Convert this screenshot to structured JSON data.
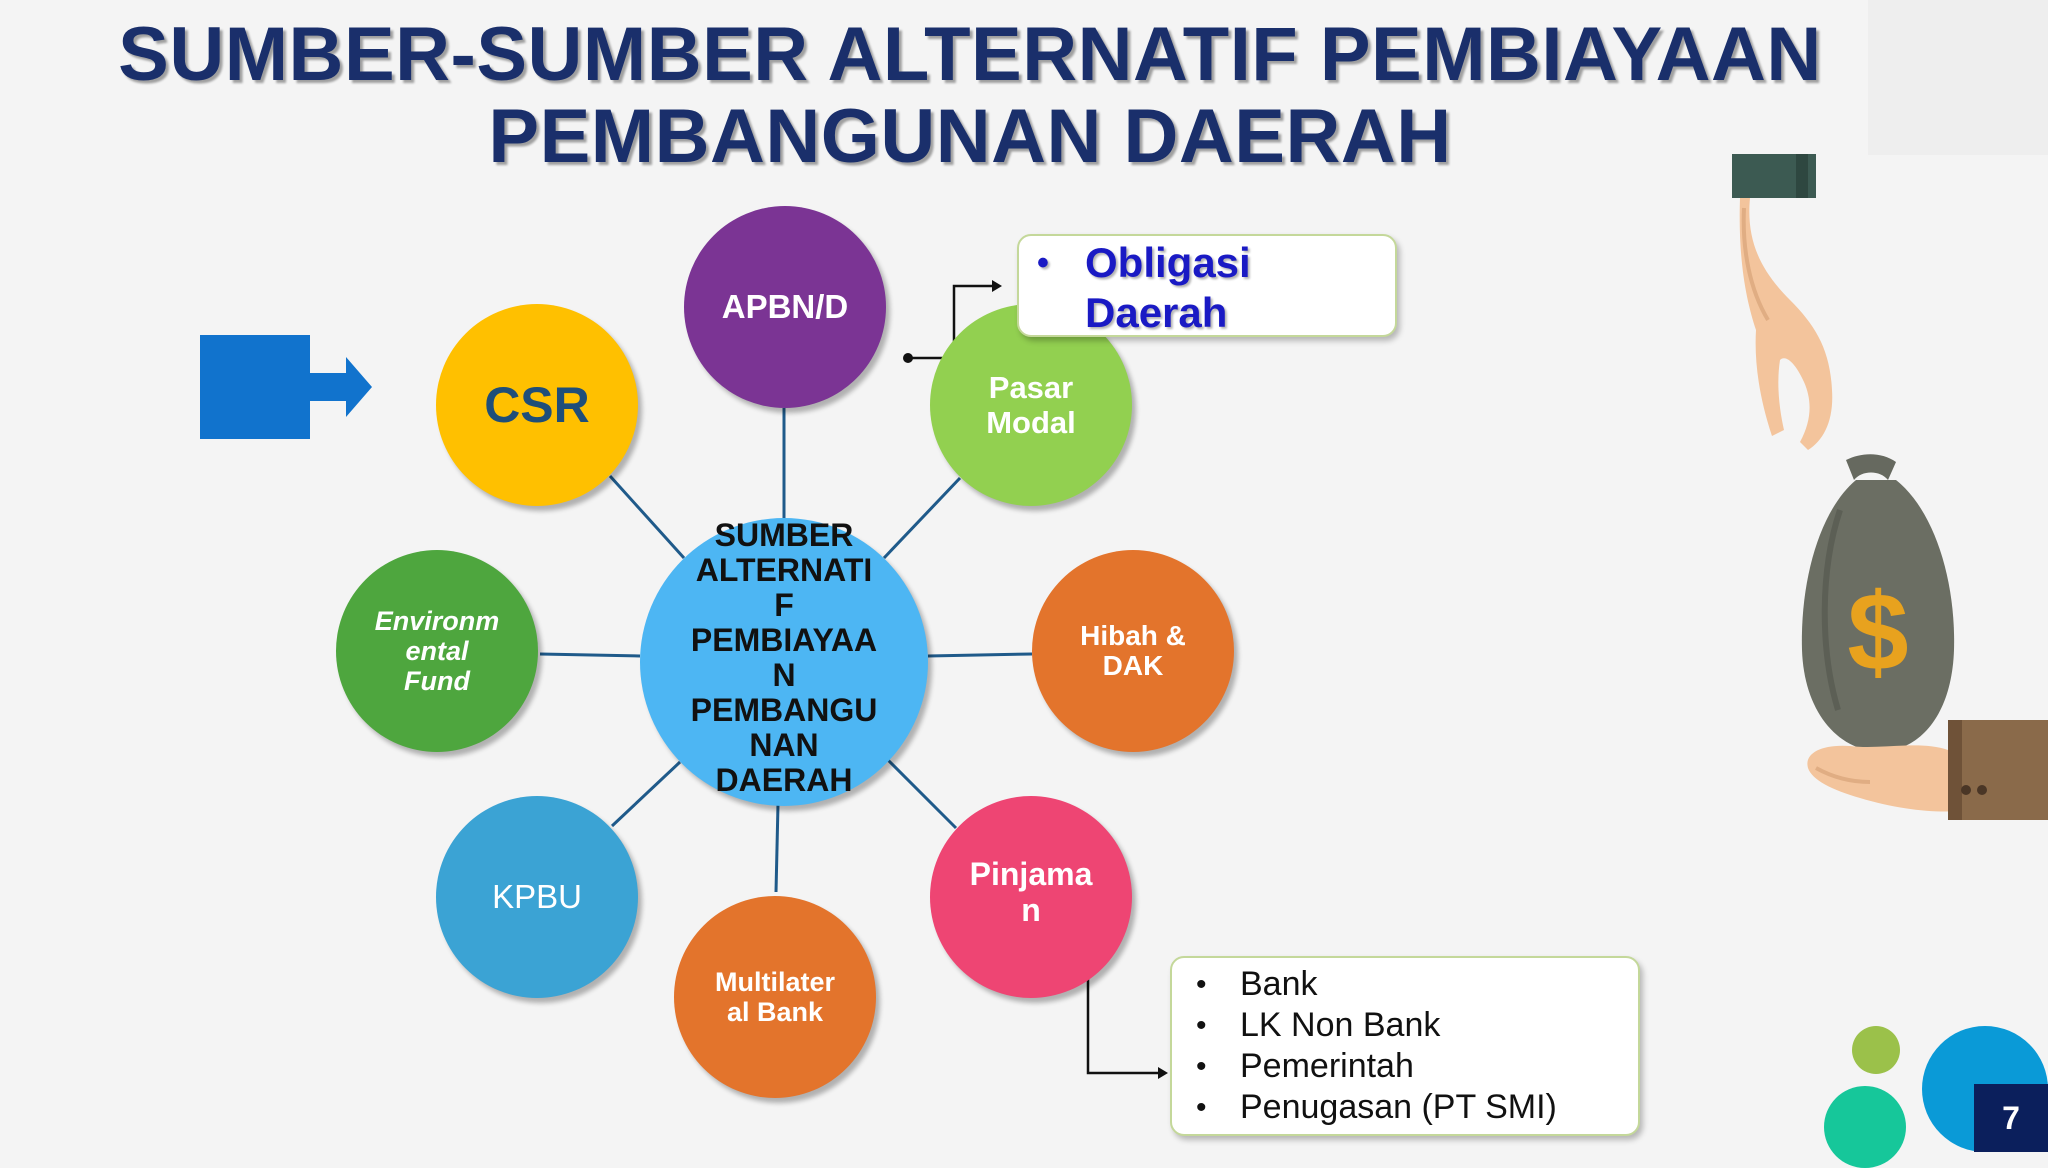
{
  "title": {
    "line1": "SUMBER-SUMBER ALTERNATIF PEMBIAYAAN",
    "line2": "PEMBANGUNAN DAERAH"
  },
  "diagram": {
    "center": {
      "lines": [
        "SUMBER",
        "ALTERNATI",
        "F",
        "PEMBIAYAA",
        "N",
        "PEMBANGU",
        "NAN",
        "DAERAH"
      ]
    },
    "nodes": [
      {
        "id": "apbnd",
        "label": "APBN/D",
        "color": "#7b3494"
      },
      {
        "id": "pasar-modal",
        "label": "Pasar Modal",
        "color": "#92d050"
      },
      {
        "id": "hibah-dak",
        "label": "Hibah & DAK",
        "color": "#e3742c"
      },
      {
        "id": "pinjaman",
        "label": "Pinjama n",
        "color": "#ee4573"
      },
      {
        "id": "multilateral-bank",
        "label": "Multilater al Bank",
        "color": "#e3742c"
      },
      {
        "id": "kpbu",
        "label": "KPBU",
        "color": "#3ba3d4"
      },
      {
        "id": "environmental-fund",
        "label": "Environm ental Fund",
        "color": "#4ea63e"
      },
      {
        "id": "csr",
        "label": "CSR",
        "color": "#ffc000",
        "text_color": "#1f4e79"
      }
    ],
    "pasar_modal_callout": [
      "Obligasi Daerah"
    ],
    "pinjaman_callout": [
      "Bank",
      "LK Non Bank",
      "Pemerintah",
      "Penugasan (PT SMI)"
    ],
    "pointer_arrow_color": "#1173cd"
  },
  "illustration": {
    "icon": "money-bag-handover-icon",
    "bag_symbol": "$"
  },
  "page_number": "7"
}
